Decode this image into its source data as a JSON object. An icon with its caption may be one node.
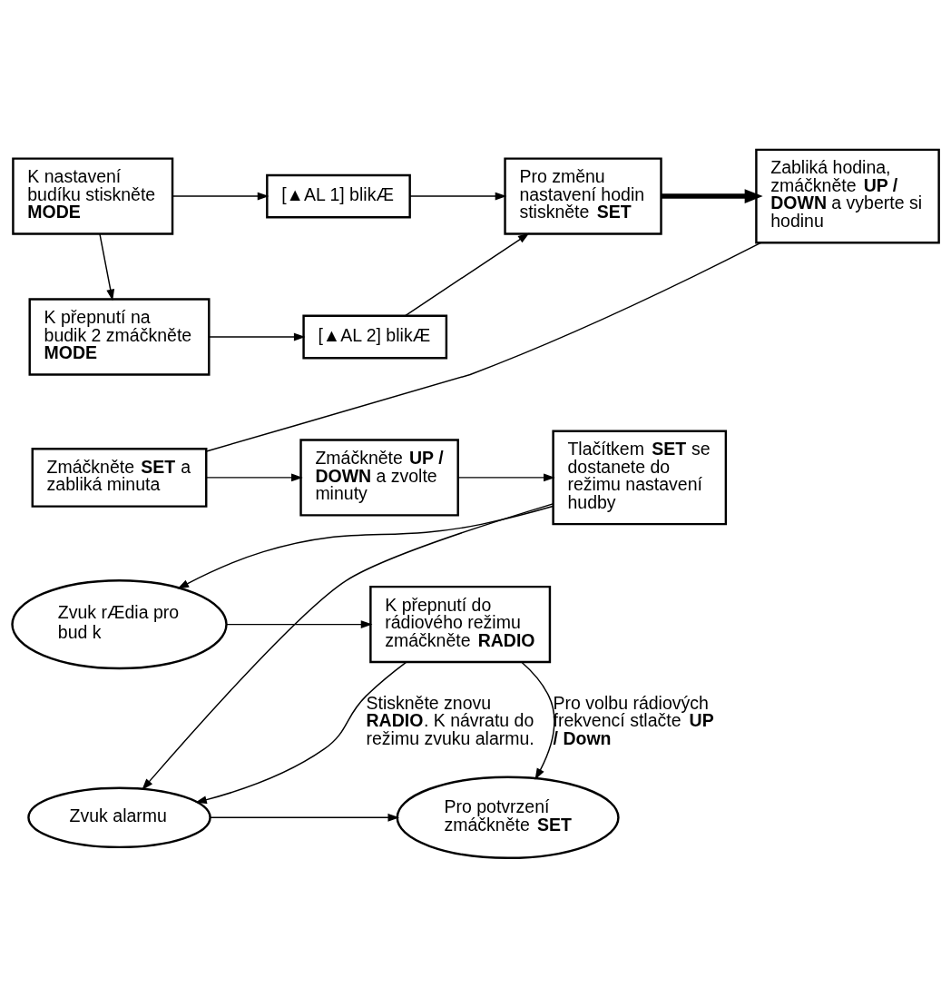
{
  "diagram": {
    "nodes": [
      {
        "text": [
          "K nastavení budíku stiskněte **MODE**"
        ]
      },
      {
        "text": [
          "[▲AL 1] blikÆ"
        ]
      },
      {
        "text": [
          "Pro změnu nastavení hodin stiskněte **SET**"
        ]
      },
      {
        "text": [
          "Zabliká hodina, zmáčkněte **UP / DOWN** a vyberte si hodinu"
        ]
      },
      {
        "text": [
          "K přepnutí na budik 2 zmáčkněte **MODE**"
        ]
      },
      {
        "text": [
          "[▲AL 2] blikÆ"
        ]
      },
      {
        "text": [
          "Zmáčkněte **SET** a zabliká minuta"
        ]
      },
      {
        "text": [
          "Zmáčkněte **UP / DOWN** a zvolte minuty"
        ]
      },
      {
        "text": [
          "Tlačítkem **SET** se dostanete do režimu nastavení hudby"
        ]
      },
      {
        "text": [
          "Zvuk rÆdia pro bud k"
        ]
      },
      {
        "text": [
          "K přepnutí do rádiového režimu zmáčkněte **RADIO**"
        ]
      },
      {
        "text": [
          "Zvuk alarmu"
        ]
      },
      {
        "text": [
          "Pro potvrzení zmáčkněte **SET**"
        ]
      }
    ],
    "edges": [
      {
        "from": 0,
        "to": 1,
        "arrow": "to"
      },
      {
        "from": 0,
        "to": 4,
        "arrow": "to"
      },
      {
        "from": 1,
        "to": 2,
        "arrow": "to"
      },
      {
        "from": 4,
        "to": 5,
        "arrow": "to"
      },
      {
        "from": 5,
        "to": 2,
        "arrow": "to"
      },
      {
        "from": 2,
        "to": 3,
        "arrow": "to",
        "style": "thick"
      },
      {
        "from": 3,
        "to": 6,
        "arrow": "none"
      },
      {
        "from": 6,
        "to": 7,
        "arrow": "to"
      },
      {
        "from": 7,
        "to": 8,
        "arrow": "to"
      },
      {
        "from": 8,
        "to": 9,
        "arrow": "to"
      },
      {
        "from": 8,
        "to": 11,
        "arrow": "to"
      },
      {
        "from": 9,
        "to": 10,
        "arrow": "to"
      },
      {
        "from": 10,
        "to": 11,
        "arrow": "to",
        "label": "Stiskněte znovu **RADIO**. K návratu do režimu zvuku alarmu."
      },
      {
        "from": 10,
        "to": 12,
        "arrow": "to",
        "label": "Pro volbu rádiových frekvencí stlačte **UP / Down**"
      },
      {
        "from": 11,
        "to": 12,
        "arrow": "to"
      }
    ]
  }
}
